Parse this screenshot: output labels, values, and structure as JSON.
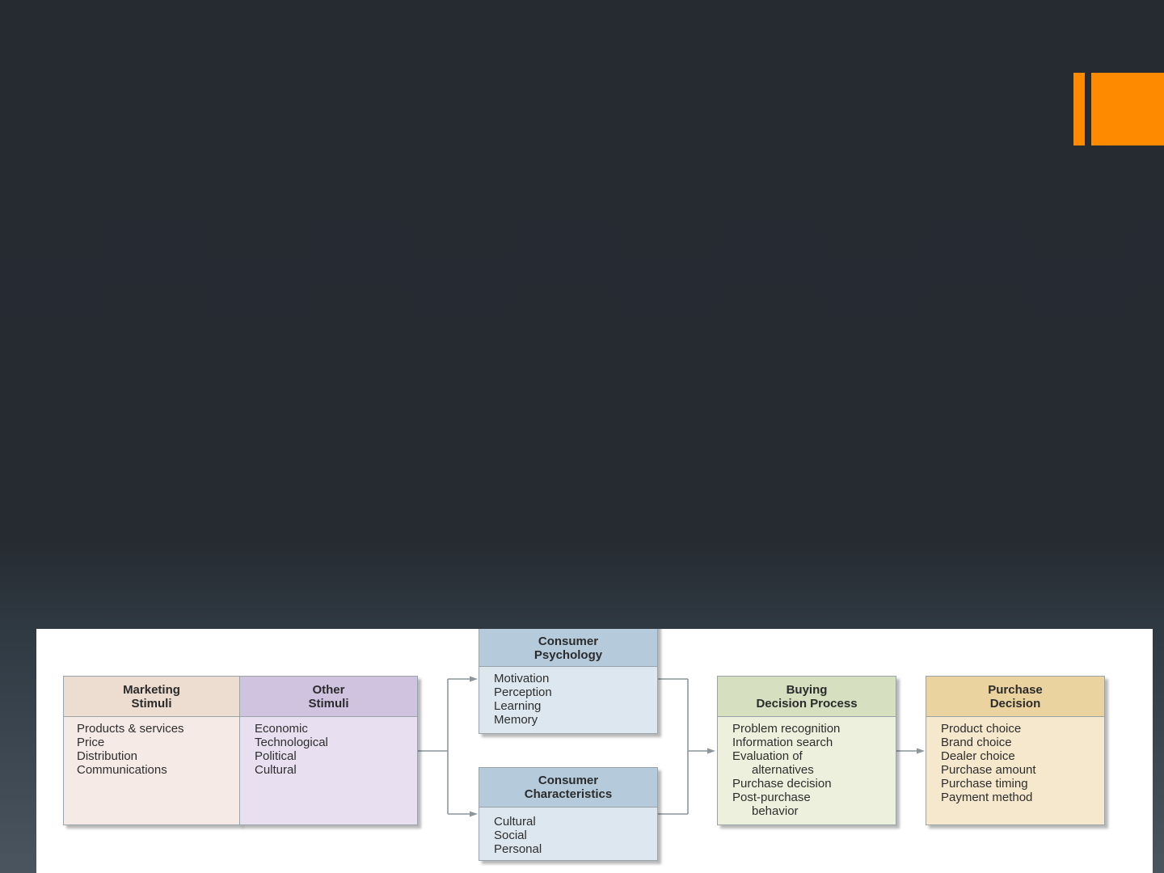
{
  "colors": {
    "accent": "#fe8a00",
    "background": "#262b32",
    "marketing_head": "#eddcd0",
    "marketing_body": "#f6eae6",
    "other_head": "#cfc3e0",
    "other_body": "#e8e0f0",
    "psych_head": "#b5cbdc",
    "psych_body": "#dde7ef",
    "buying_head": "#d6dfc0",
    "buying_body": "#ecf0dc",
    "purchase_head": "#ebd39f",
    "purchase_body": "#f5e8cd"
  },
  "diagram": {
    "marketing_stimuli": {
      "title": [
        "Marketing",
        "Stimuli"
      ],
      "items": [
        "Products & services",
        "Price",
        "Distribution",
        "Communications"
      ]
    },
    "other_stimuli": {
      "title": [
        "Other",
        "Stimuli"
      ],
      "items": [
        "Economic",
        "Technological",
        "Political",
        "Cultural"
      ]
    },
    "consumer_psychology": {
      "title": [
        "Consumer",
        "Psychology"
      ],
      "items": [
        "Motivation",
        "Perception",
        "Learning",
        "Memory"
      ]
    },
    "consumer_characteristics": {
      "title": [
        "Consumer",
        "Characteristics"
      ],
      "items": [
        "Cultural",
        "Social",
        "Personal"
      ]
    },
    "buying_decision_process": {
      "title": [
        "Buying",
        "Decision Process"
      ],
      "items": [
        "Problem recognition",
        "Information search",
        "Evaluation of",
        "alternatives",
        "Purchase decision",
        "Post-purchase",
        "behavior"
      ]
    },
    "purchase_decision": {
      "title": [
        "Purchase",
        "Decision"
      ],
      "items": [
        "Product choice",
        "Brand choice",
        "Dealer choice",
        "Purchase amount",
        "Purchase timing",
        "Payment method"
      ]
    }
  }
}
